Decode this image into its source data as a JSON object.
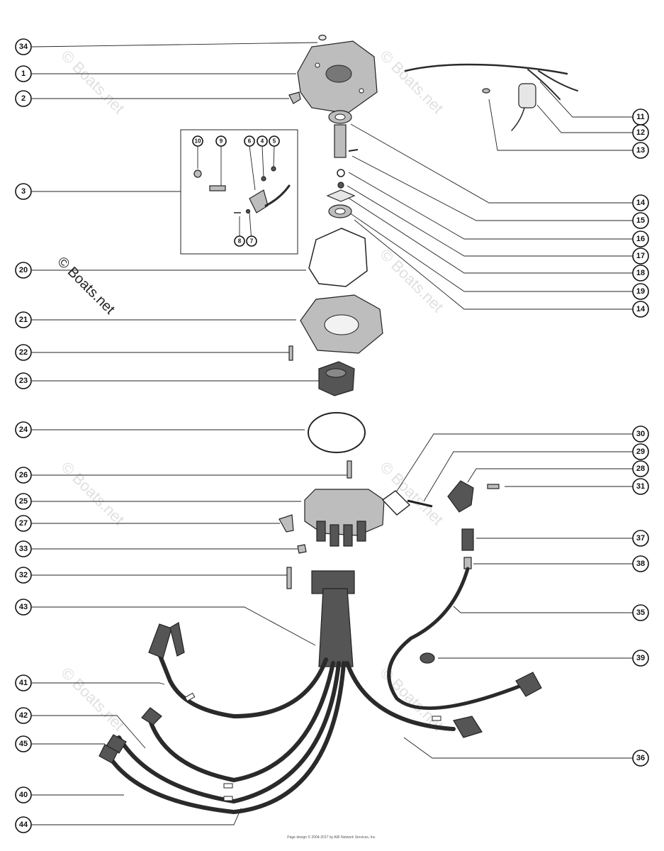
{
  "watermark": "© Boats.net",
  "footer": {
    "line1": "",
    "line2": "Page design © 2004-2017 by ARI Network Services, Inc."
  },
  "callouts": {
    "c1": "1",
    "c2": "2",
    "c3": "3",
    "c4": "4",
    "c5": "5",
    "c6": "6",
    "c7": "7",
    "c8": "8",
    "c9": "9",
    "c10": "10",
    "c11": "11",
    "c12": "12",
    "c13": "13",
    "c14a": "14",
    "c14b": "14",
    "c15": "15",
    "c16": "16",
    "c17": "17",
    "c18": "18",
    "c19": "19",
    "c20": "20",
    "c21": "21",
    "c22": "22",
    "c23": "23",
    "c24": "24",
    "c25": "25",
    "c26": "26",
    "c27": "27",
    "c28": "28",
    "c29": "29",
    "c30": "30",
    "c31": "31",
    "c32": "32",
    "c33": "33",
    "c34": "34",
    "c35": "35",
    "c36": "36",
    "c37": "37",
    "c38": "38",
    "c39": "39",
    "c40": "40",
    "c41": "41",
    "c42": "42",
    "c43": "43",
    "c44": "44",
    "c45": "45"
  }
}
